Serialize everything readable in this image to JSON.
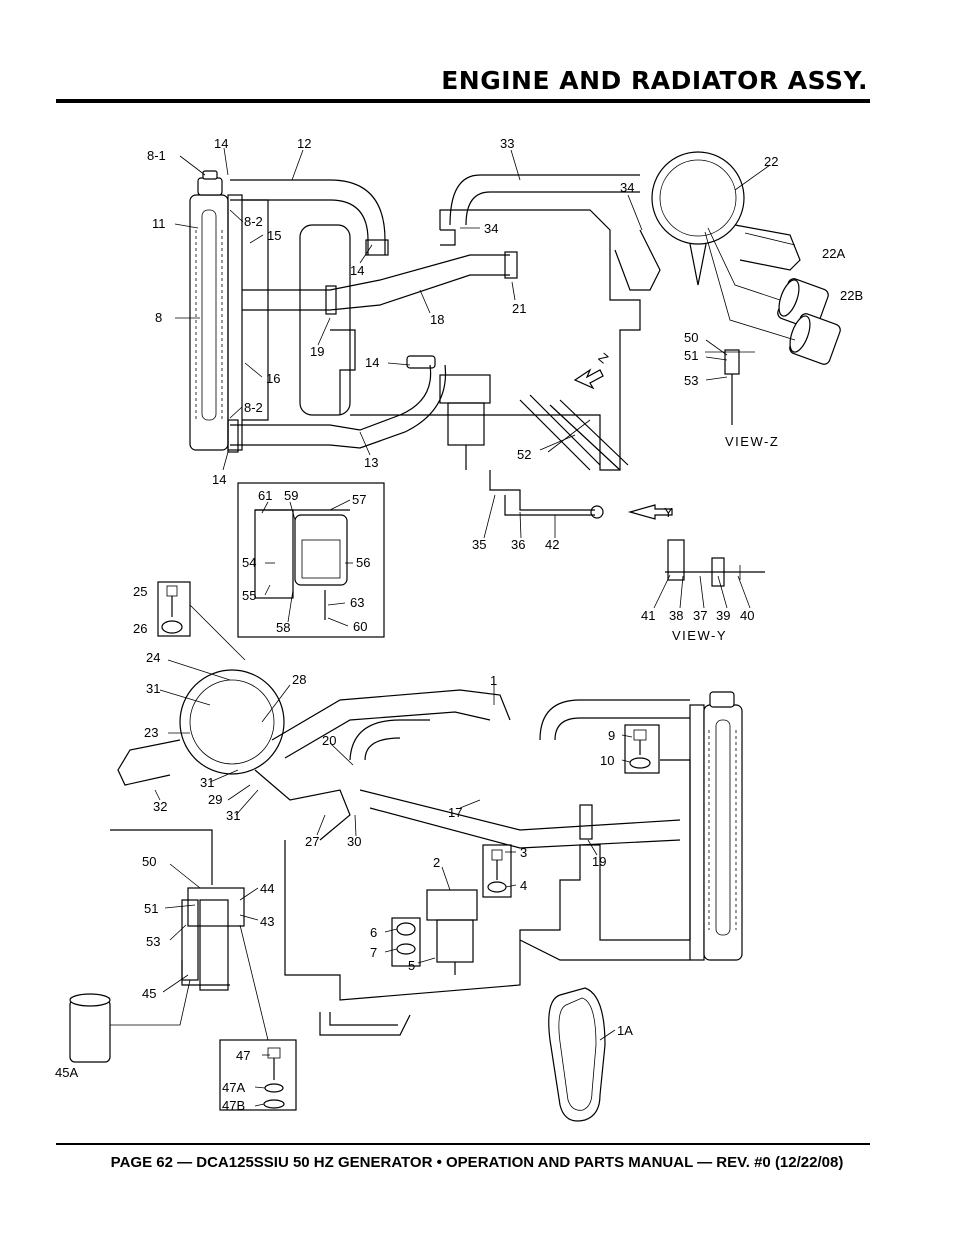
{
  "header": {
    "title": "ENGINE AND RADIATOR ASSY."
  },
  "footer": {
    "text": "PAGE 62 — DCA125SSIU 50 HZ GENERATOR • OPERATION AND PARTS MANUAL — REV. #0 (12/22/08)"
  },
  "diagram": {
    "views": {
      "z": "VIEW-Z",
      "y": "VIEW-Y",
      "arrow_z": "Z",
      "arrow_y": "Y"
    },
    "callouts": {
      "c8_1": "8-1",
      "c14a": "14",
      "c12": "12",
      "c33": "33",
      "c22": "22",
      "c34a": "34",
      "c34b": "34",
      "c11": "11",
      "c8_2a": "8-2",
      "c15": "15",
      "c14b": "14",
      "c22a": "22A",
      "c22b": "22B",
      "c8": "8",
      "c21": "21",
      "c18": "18",
      "c19a": "19",
      "c50a": "50",
      "c51a": "51",
      "c53a": "53",
      "c16": "16",
      "c14c": "14",
      "c8_2b": "8-2",
      "c52": "52",
      "c13": "13",
      "c14d": "14",
      "c61": "61",
      "c59": "59",
      "c57": "57",
      "c54": "54",
      "c56": "56",
      "c55": "55",
      "c63": "63",
      "c58": "58",
      "c60": "60",
      "c35": "35",
      "c36": "36",
      "c42": "42",
      "c25": "25",
      "c26": "26",
      "c41": "41",
      "c38": "38",
      "c37": "37",
      "c39": "39",
      "c40": "40",
      "c24": "24",
      "c28": "28",
      "c31a": "31",
      "c1": "1",
      "c23": "23",
      "c20": "20",
      "c9": "9",
      "c10": "10",
      "c31b": "31",
      "c32": "32",
      "c29": "29",
      "c31c": "31",
      "c27": "27",
      "c30": "30",
      "c17": "17",
      "c19b": "19",
      "c2": "2",
      "c3": "3",
      "c4": "4",
      "c50b": "50",
      "c44": "44",
      "c51b": "51",
      "c43": "43",
      "c6": "6",
      "c53b": "53",
      "c7": "7",
      "c5": "5",
      "c45": "45",
      "c1a": "1A",
      "c47": "47",
      "c45a": "45A",
      "c47a": "47A",
      "c47b": "47B"
    }
  }
}
